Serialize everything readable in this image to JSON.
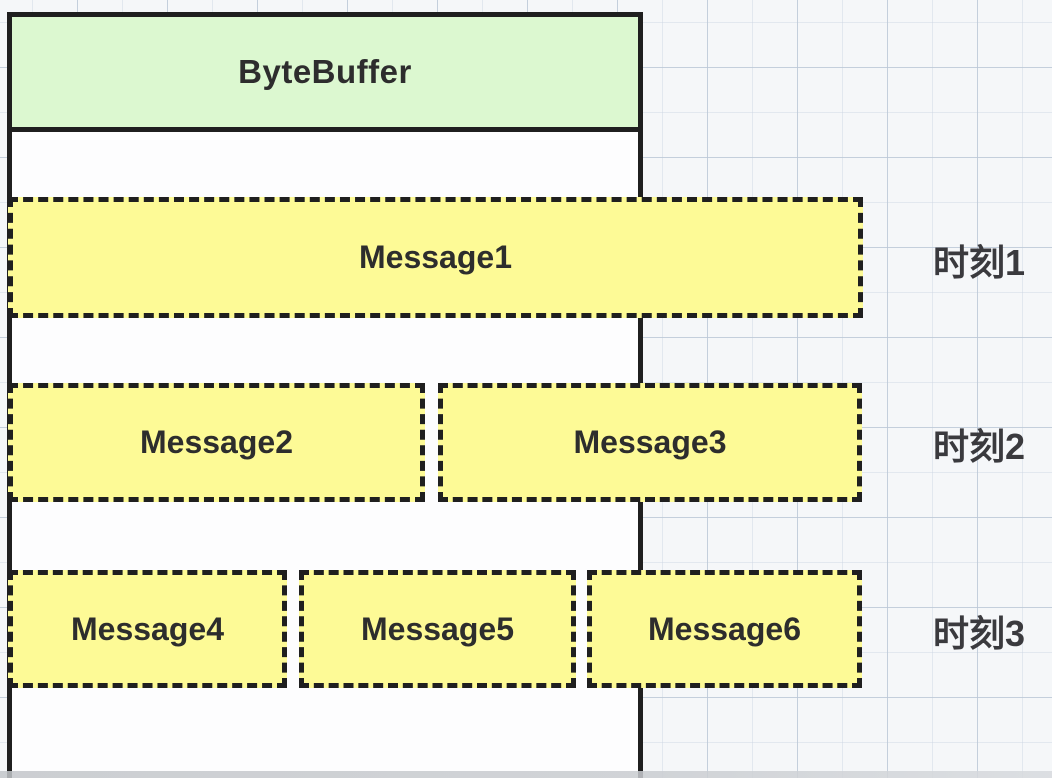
{
  "diagram": {
    "title": "ByteBuffer",
    "rows": [
      {
        "label": "时刻1",
        "messages": [
          "Message1"
        ]
      },
      {
        "label": "时刻2",
        "messages": [
          "Message2",
          "Message3"
        ]
      },
      {
        "label": "时刻3",
        "messages": [
          "Message4",
          "Message5",
          "Message6"
        ]
      }
    ],
    "colors": {
      "header_fill": "#dcf8d0",
      "message_fill": "#fdfa96",
      "line": "#1f1f1f",
      "text": "#2d2d2d",
      "background": "#f5f7f9"
    }
  }
}
